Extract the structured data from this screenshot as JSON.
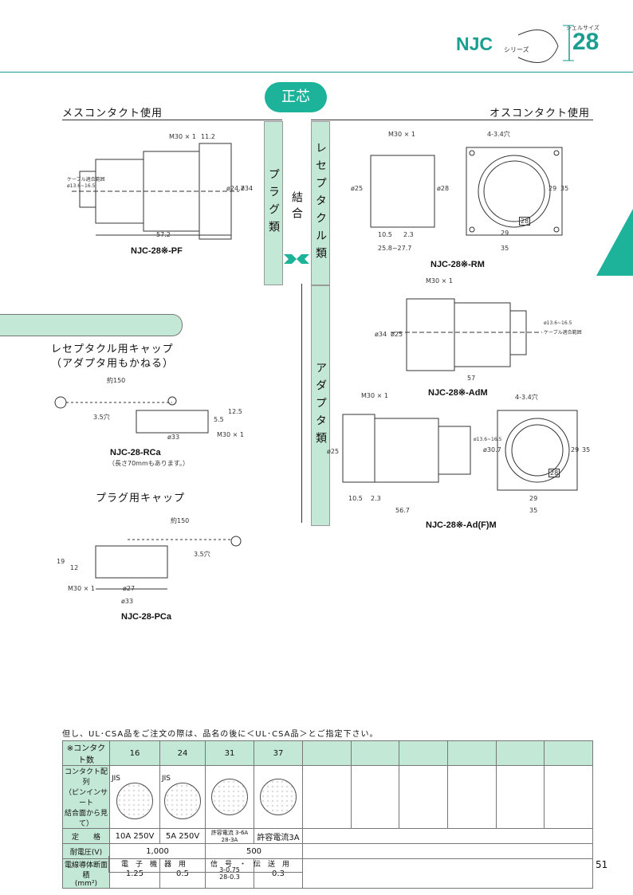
{
  "header": {
    "series_name": "NJC",
    "series_suffix": "シリーズ",
    "size_label": "シェルサイズ",
    "size_value": "28",
    "accent": "#1a9e8f"
  },
  "center": {
    "badge": "正芯",
    "left_heading": "メスコンタクト使用",
    "right_heading": "オスコンタクト使用",
    "plug_bar": "プラグ類",
    "join_text": "結合",
    "receptacle_bar": "レセプタクル類",
    "adapter_bar": "アダプタ類"
  },
  "parts": {
    "pf": "NJC-28※-PF",
    "rm": "NJC-28※-RM",
    "adm": "NJC-28※-AdM",
    "adfm": "NJC-28※-Ad(F)M",
    "rca": "NJC-28-RCa",
    "pca": "NJC-28-PCa"
  },
  "dims": {
    "pf": [
      "M30 × 1",
      "11.2",
      "ø24.7",
      "ø34",
      "57.2",
      "ケーブル適合範囲",
      "ø13.6~16.5"
    ],
    "rm": [
      "M30 × 1",
      "ø25",
      "ø28",
      "10.5",
      "2.3",
      "25.8~27.7",
      "4-3.4穴",
      "29",
      "35",
      "29",
      "35",
      "28"
    ],
    "adm": [
      "M30 × 1",
      "ø34",
      "ø25",
      "57",
      "ø13.6~16.5",
      "ケーブル適合範囲"
    ],
    "adfm": [
      "M30 × 1",
      "ø25",
      "ø13.6~16.5",
      "ø30.7",
      "10.5",
      "2.3",
      "56.7",
      "4-3.4穴",
      "29",
      "35",
      "29",
      "35",
      "28"
    ],
    "rca": [
      "約150",
      "3.5穴",
      "5.5",
      "12.5",
      "ø33",
      "M30 × 1"
    ],
    "pca": [
      "約150",
      "3.5穴",
      "19",
      "12",
      "M30 × 1",
      "ø27",
      "ø33"
    ]
  },
  "caps": {
    "receptacle_cap_title_1": "レセプタクル用キャップ",
    "receptacle_cap_title_2": "（アダプタ用もかねる）",
    "rca_note": "（長さ70mmもあります。）",
    "plug_cap_title": "プラグ用キャップ"
  },
  "spec": {
    "notice": "但し、UL･CSA品をご注文の際は、品名の後に＜UL･CSA品＞とご指定下さい。",
    "row_contacts_label": "※コンタクト数",
    "contacts": [
      "16",
      "24",
      "31",
      "37"
    ],
    "row_layout_label_1": "コンタクト配列",
    "row_layout_label_2": "（ピンインサート",
    "row_layout_label_3": "結合面から見て）",
    "jis_1": "JIS",
    "jis_2": "JIS",
    "row_rating_label": "定　　格",
    "ratings": [
      "10A 250V",
      "5A 250V"
    ],
    "rating_31_prefix": "許容電流",
    "rating_31_a": "3-6A",
    "rating_31_b": "28-3A",
    "rating_37": "許容電流3A",
    "row_voltage_label": "耐電圧(V)",
    "voltage_a": "1,000",
    "voltage_b": "500",
    "row_area_label_1": "電線導体断面積",
    "row_area_label_2": "(mm²)",
    "area_16": "1.25",
    "area_24": "0.5",
    "area_31_a": "3-0.75",
    "area_31_b": "28-0.3",
    "area_37": "0.3",
    "usage_a": "電子機器用",
    "usage_b": "信号・伝送用"
  },
  "page_number": "51"
}
